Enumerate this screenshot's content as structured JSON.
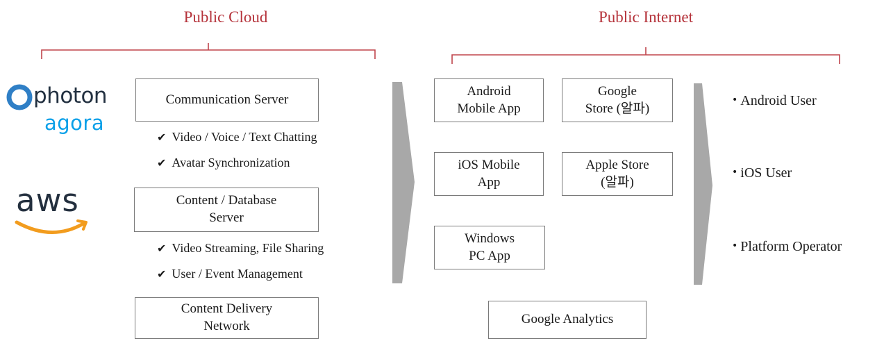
{
  "left_section": {
    "title": "Public Cloud",
    "logos": {
      "photon": "photon",
      "agora": "agora",
      "aws": "aws"
    },
    "boxes": {
      "communication_server": "Communication Server",
      "content_database_server": "Content / Database\nServer",
      "content_delivery_network": "Content Delivery\nNetwork"
    },
    "features": {
      "video_voice_text": "Video / Voice / Text Chatting",
      "avatar_sync": "Avatar Synchronization",
      "video_streaming": "Video Streaming, File Sharing",
      "user_event": "User / Event Management"
    }
  },
  "right_section": {
    "title": "Public Internet",
    "boxes": {
      "android_app": "Android\nMobile App",
      "google_store": "Google\nStore (알파)",
      "ios_app": "iOS Mobile\nApp",
      "apple_store": "Apple Store\n(알파)",
      "windows_app": "Windows\nPC App",
      "google_analytics": "Google Analytics"
    }
  },
  "users": [
    "Android User",
    "iOS User",
    "Platform Operator"
  ],
  "colors": {
    "title": "#b5333b",
    "brace": "#c0454c",
    "arrow": "#a8a8a8",
    "photon": "#2f7fc6",
    "aws_text": "#232f3e",
    "aws_smile": "#f29c1e"
  }
}
